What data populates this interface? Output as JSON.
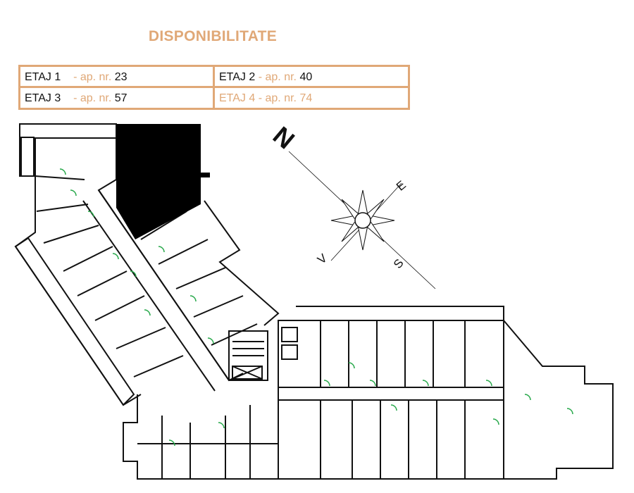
{
  "title": "DISPONIBILITATE",
  "colors": {
    "accent": "#e0a877",
    "door": "#27a84a",
    "wall": "#111111",
    "occupied": "#000000"
  },
  "availability": [
    {
      "floor": "ETAJ 1",
      "ap_label": "- ap. nr.",
      "ap_number": "23",
      "dimmed": false
    },
    {
      "floor": "ETAJ 2",
      "ap_label": "- ap. nr.",
      "ap_number": "40",
      "dimmed": false
    },
    {
      "floor": "ETAJ  3",
      "ap_label": "- ap. nr.",
      "ap_number": "57",
      "dimmed": false
    },
    {
      "floor": "ETAJ 4",
      "ap_label": "- ap. nr.",
      "ap_number": "74",
      "dimmed": true
    }
  ],
  "compass": {
    "north": "N",
    "east": "E",
    "south": "S",
    "west": "V"
  }
}
